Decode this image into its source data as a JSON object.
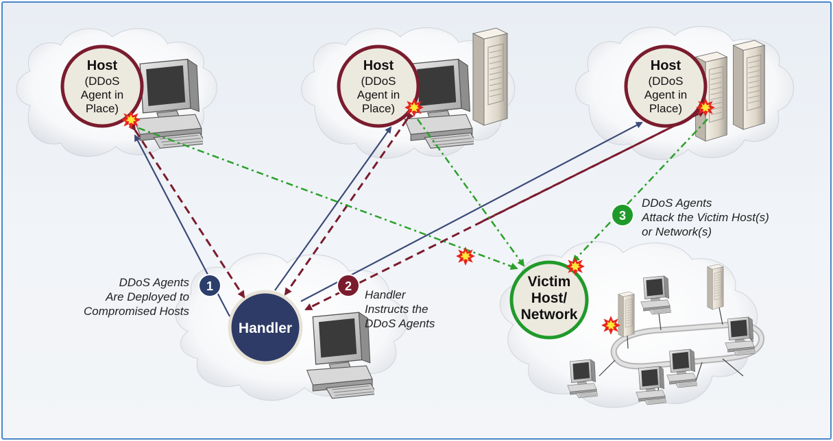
{
  "hosts": [
    {
      "title": "Host",
      "line1": "(DDoS",
      "line2": "Agent in",
      "line3": "Place)"
    },
    {
      "title": "Host",
      "line1": "(DDoS",
      "line2": "Agent in",
      "line3": "Place)"
    },
    {
      "title": "Host",
      "line1": "(DDoS",
      "line2": "Agent in",
      "line3": "Place)"
    }
  ],
  "handler": {
    "label": "Handler"
  },
  "victim": {
    "line1": "Victim",
    "line2": "Host/",
    "line3": "Network"
  },
  "steps": [
    {
      "number": "1",
      "line1": "DDoS Agents",
      "line2": "Are Deployed to",
      "line3": "Compromised Hosts",
      "color": "#2c3e6b"
    },
    {
      "number": "2",
      "line1": "Handler",
      "line2": "Instructs the",
      "line3": "DDoS Agents",
      "color": "#7a1c2e"
    },
    {
      "number": "3",
      "line1": "DDoS Agents",
      "line2": "Attack the Victim Host(s)",
      "line3": "or Network(s)",
      "color": "#1f9a2a"
    }
  ],
  "colors": {
    "deploy_arrow": "#3b4a78",
    "instruct_arrow": "#7a1c2e",
    "attack_arrow": "#2aa02a",
    "host_ring": "#7a1c2e",
    "handler_fill": "#2e3b66",
    "victim_ring": "#1f9a2a",
    "border": "#4a86c5"
  },
  "icons": [
    "cloud-icon",
    "computer-icon",
    "server-icon",
    "explosion-icon",
    "network-ring-icon"
  ]
}
